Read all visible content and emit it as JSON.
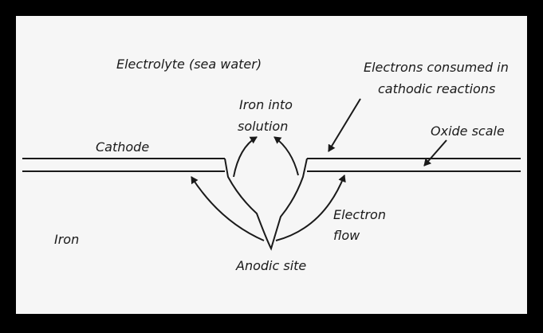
{
  "labels": {
    "electrolyte": "Electrolyte (sea water)",
    "electrons_consumed_line1": "Electrons consumed in",
    "electrons_consumed_line2": "cathodic reactions",
    "iron_into_line1": "Iron into",
    "iron_into_line2": "solution",
    "oxide_scale": "Oxide scale",
    "cathode": "Cathode",
    "electron_flow_line1": "Electron",
    "electron_flow_line2": "flow",
    "iron": "Iron",
    "anodic_site": "Anodic site"
  },
  "colors": {
    "frame": "#000000",
    "background": "#f6f6f6",
    "ink": "#1a1a1a"
  }
}
